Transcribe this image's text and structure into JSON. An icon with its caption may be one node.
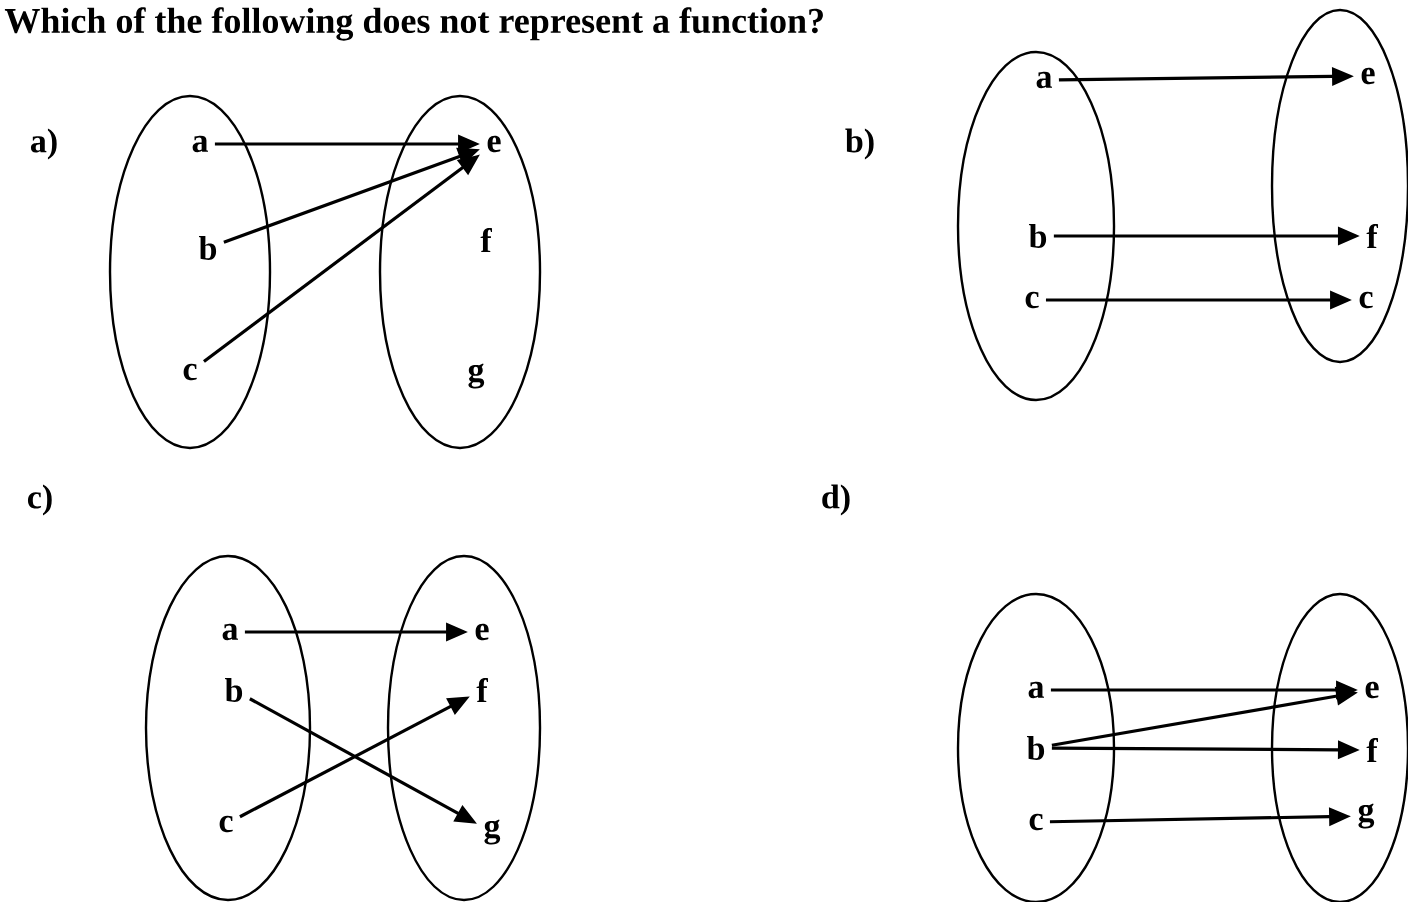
{
  "diagram": {
    "title": "Which of the following does not represent a function?",
    "nodes": [
      {
        "text": [],
        "shape": "ellipse"
      },
      {
        "text": [
          "a"
        ],
        "in": 0
      },
      {
        "text": [
          "b"
        ],
        "in": 0
      },
      {
        "text": [
          "c"
        ],
        "in": 0
      },
      {
        "text": [],
        "shape": "ellipse"
      },
      {
        "text": [
          "e"
        ],
        "in": 4
      },
      {
        "text": [
          "f"
        ],
        "in": 4
      },
      {
        "text": [
          "g"
        ],
        "in": 4
      },
      {
        "text": [],
        "shape": "ellipse"
      },
      {
        "text": [
          "a"
        ],
        "in": 8
      },
      {
        "text": [
          "b"
        ],
        "in": 8
      },
      {
        "text": [
          "c"
        ],
        "in": 8
      },
      {
        "text": [],
        "shape": "ellipse"
      },
      {
        "text": [
          "e"
        ],
        "in": 12
      },
      {
        "text": [
          "f"
        ],
        "in": 12
      },
      {
        "text": [
          "c"
        ],
        "in": 12
      },
      {
        "text": [],
        "shape": "ellipse"
      },
      {
        "text": [
          "a"
        ],
        "in": 16
      },
      {
        "text": [
          "b"
        ],
        "in": 16
      },
      {
        "text": [
          "c"
        ],
        "in": 16
      },
      {
        "text": [],
        "shape": "ellipse"
      },
      {
        "text": [
          "e"
        ],
        "in": 20
      },
      {
        "text": [
          "f"
        ],
        "in": 20
      },
      {
        "text": [
          "g"
        ],
        "in": 20
      },
      {
        "text": [],
        "shape": "ellipse"
      },
      {
        "text": [
          "a"
        ],
        "in": 24
      },
      {
        "text": [
          "b"
        ],
        "in": 24
      },
      {
        "text": [
          "c"
        ],
        "in": 24
      },
      {
        "text": [],
        "shape": "ellipse"
      },
      {
        "text": [
          "e"
        ],
        "in": 28
      },
      {
        "text": [
          "f"
        ],
        "in": 28
      },
      {
        "text": [
          "g"
        ],
        "in": 28
      }
    ],
    "edges": [
      {
        "from": 1,
        "to": 5,
        "arrow": "to"
      },
      {
        "from": 2,
        "to": 5,
        "arrow": "to"
      },
      {
        "from": 3,
        "to": 5,
        "arrow": "to"
      },
      {
        "from": 9,
        "to": 13,
        "arrow": "to"
      },
      {
        "from": 10,
        "to": 14,
        "arrow": "to"
      },
      {
        "from": 11,
        "to": 15,
        "arrow": "to"
      },
      {
        "from": 17,
        "to": 21,
        "arrow": "to"
      },
      {
        "from": 18,
        "to": 23,
        "arrow": "to"
      },
      {
        "from": 19,
        "to": 22,
        "arrow": "to"
      },
      {
        "from": 25,
        "to": 29,
        "arrow": "to"
      },
      {
        "from": 26,
        "to": 29,
        "arrow": "to"
      },
      {
        "from": 26,
        "to": 30,
        "arrow": "to"
      },
      {
        "from": 27,
        "to": 31,
        "arrow": "to"
      }
    ],
    "labels": [
      "a)",
      "b)",
      "c)",
      "d)"
    ]
  }
}
